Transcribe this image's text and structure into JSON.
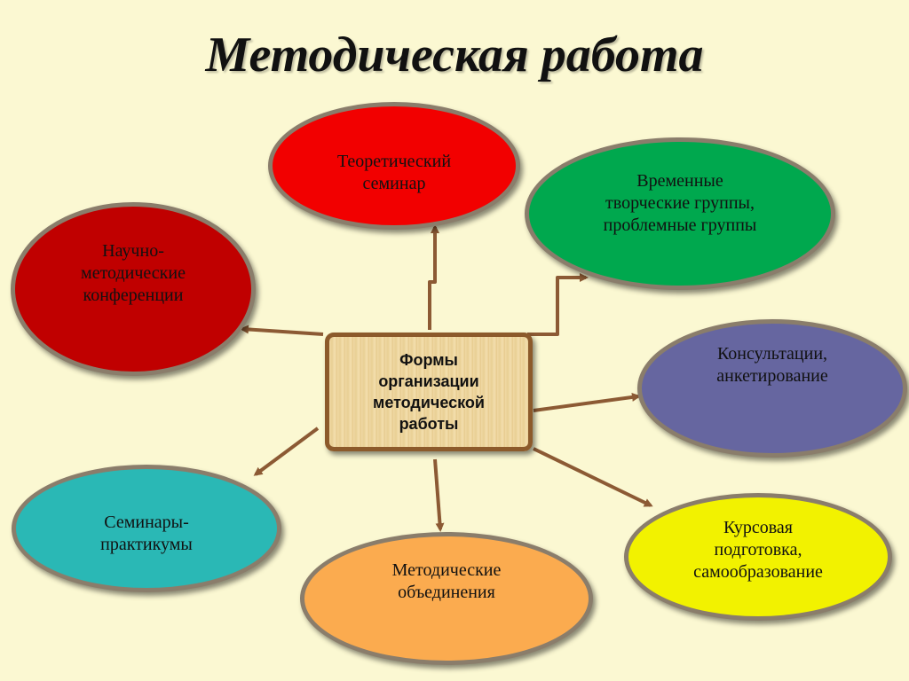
{
  "title": "Методическая работа",
  "center_label": "Формы организации методической работы",
  "nodes": {
    "theoretical_seminar": {
      "line1": "Теоретический",
      "line2": "семинар",
      "color": "#f20000"
    },
    "creative_groups": {
      "line1": "Временные",
      "line2": "творческие группы,",
      "line3": "проблемные группы",
      "color": "#00a84e"
    },
    "conferences": {
      "line1": "Научно-",
      "line2": "методические",
      "line3": "конференции",
      "color": "#c00000"
    },
    "consultations": {
      "line1": "Консультации,",
      "line2": "анкетирование",
      "color": "#6666a0"
    },
    "workshops": {
      "line1": "Семинары-",
      "line2": "практикумы",
      "color": "#2ab8b5"
    },
    "associations": {
      "line1": "Методические",
      "line2": "объединения",
      "color": "#fbab4f"
    },
    "courses": {
      "line1": "Курсовая",
      "line2": "подготовка,",
      "line3": "самообразование",
      "color": "#f2f200"
    }
  },
  "connector_color": "#8c5a34"
}
